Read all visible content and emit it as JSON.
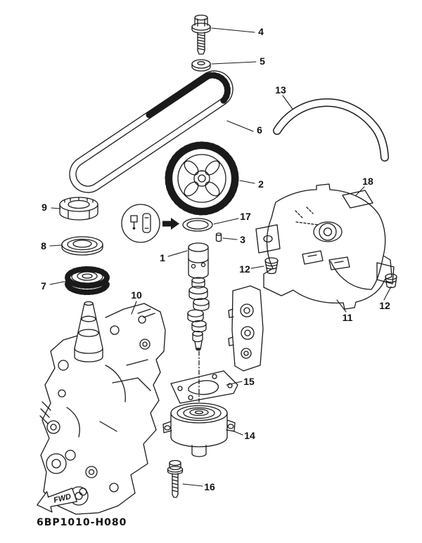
{
  "drawing_code": "6BP1010-H080",
  "fwd_arrow": {
    "label": "FWD"
  },
  "line_color": "#1a1a1a",
  "callouts": {
    "c1": {
      "label": "1"
    },
    "c2": {
      "label": "2"
    },
    "c3": {
      "label": "3"
    },
    "c4": {
      "label": "4"
    },
    "c5": {
      "label": "5"
    },
    "c6": {
      "label": "6"
    },
    "c7": {
      "label": "7"
    },
    "c8": {
      "label": "8"
    },
    "c9": {
      "label": "9"
    },
    "c10": {
      "label": "10"
    },
    "c11": {
      "label": "11"
    },
    "c12a": {
      "label": "12"
    },
    "c12b": {
      "label": "12"
    },
    "c13": {
      "label": "13"
    },
    "c14": {
      "label": "14"
    },
    "c15": {
      "label": "15"
    },
    "c16": {
      "label": "16"
    },
    "c17": {
      "label": "17"
    },
    "c18": {
      "label": "18"
    }
  }
}
